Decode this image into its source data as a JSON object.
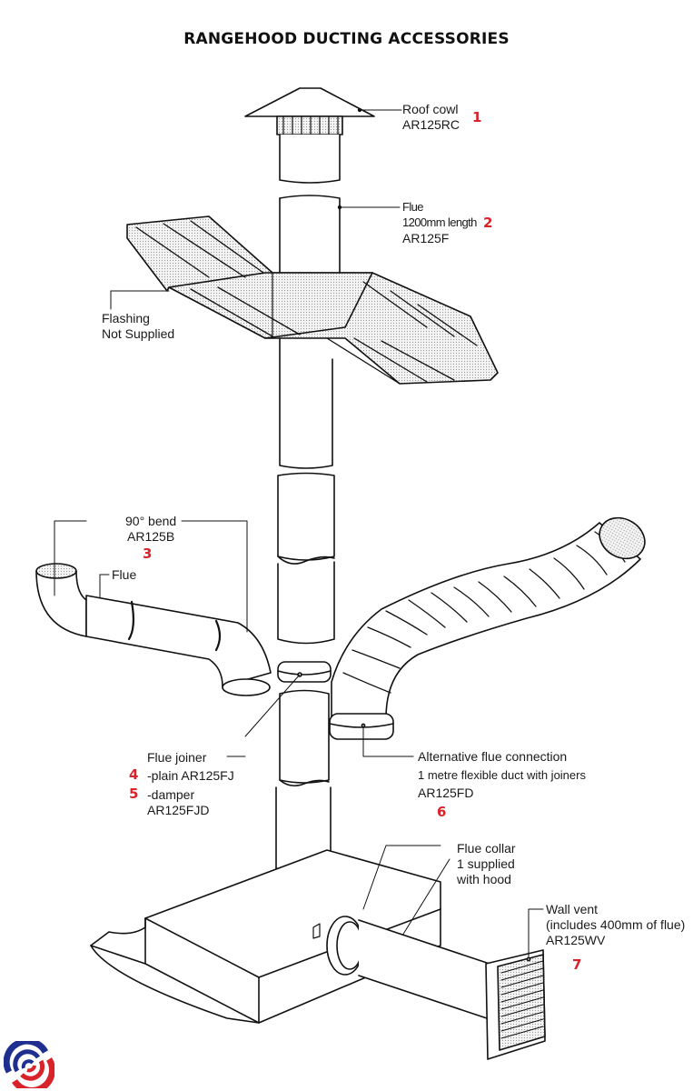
{
  "title": "RANGEHOOD DUCTING ACCESSORIES",
  "colors": {
    "number_red": "#d8232a",
    "logo_blue": "#1f2f8f",
    "logo_red": "#d8232a",
    "line": "#111111"
  },
  "parts": [
    {
      "number": "1",
      "name": "Roof cowl",
      "code": "AR125RC"
    },
    {
      "number": "2",
      "name": "Flue",
      "detail": "1200mm length",
      "code": "AR125F"
    },
    {
      "number": "3",
      "name": "90° bend",
      "code": "AR125B",
      "sub_label": "Flue"
    },
    {
      "number": "4",
      "name": "Flue joiner",
      "variant": "-plain AR125FJ"
    },
    {
      "number": "5",
      "variant": "-damper",
      "code": "AR125FJD"
    },
    {
      "number": "6",
      "name": "Alternative flue connection",
      "detail": "1 metre flexible duct with joiners",
      "code": "AR125FD"
    },
    {
      "number": "7",
      "name": "Wall vent",
      "detail": "(includes 400mm of flue)",
      "code": "AR125WV"
    }
  ],
  "notes": {
    "flashing_line1": "Flashing",
    "flashing_line2": "Not Supplied",
    "collar_line1": "Flue collar",
    "collar_line2": "1 supplied",
    "collar_line3": "with hood"
  },
  "icons": {
    "brand_logo": "concentric-arcs-logo"
  }
}
